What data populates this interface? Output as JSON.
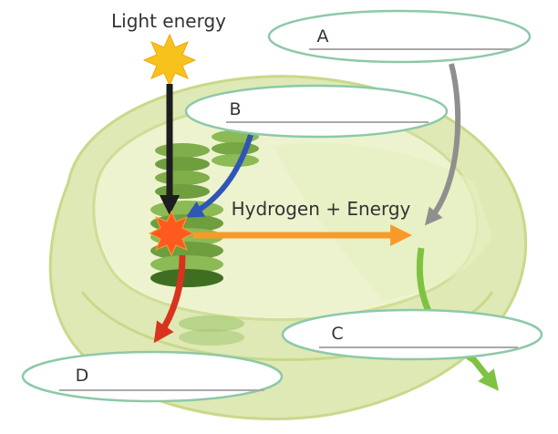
{
  "labels": {
    "light_energy": "Light energy",
    "hydrogen_energy": "Hydrogen + Energy"
  },
  "blanks": {
    "a": "A",
    "b": "B",
    "c": "C",
    "d": "D"
  },
  "colors": {
    "outer_membrane": "#dfe9b5",
    "membrane_edge": "#c8d98a",
    "stroma": "#eef3cf",
    "grana_green": "#6f9e3e",
    "grana_dark": "#3f6e22",
    "sun": "#f7c21b",
    "burst": "#ff5a1e",
    "arrow_black": "#1d1d1d",
    "arrow_blue": "#2f55b8",
    "arrow_orange": "#f79a2a",
    "arrow_grey": "#8f8f8f",
    "arrow_red": "#d8331e",
    "arrow_green": "#7fc242",
    "blank_border": "#8cc9a8",
    "blank_line": "#a9a9a9"
  }
}
